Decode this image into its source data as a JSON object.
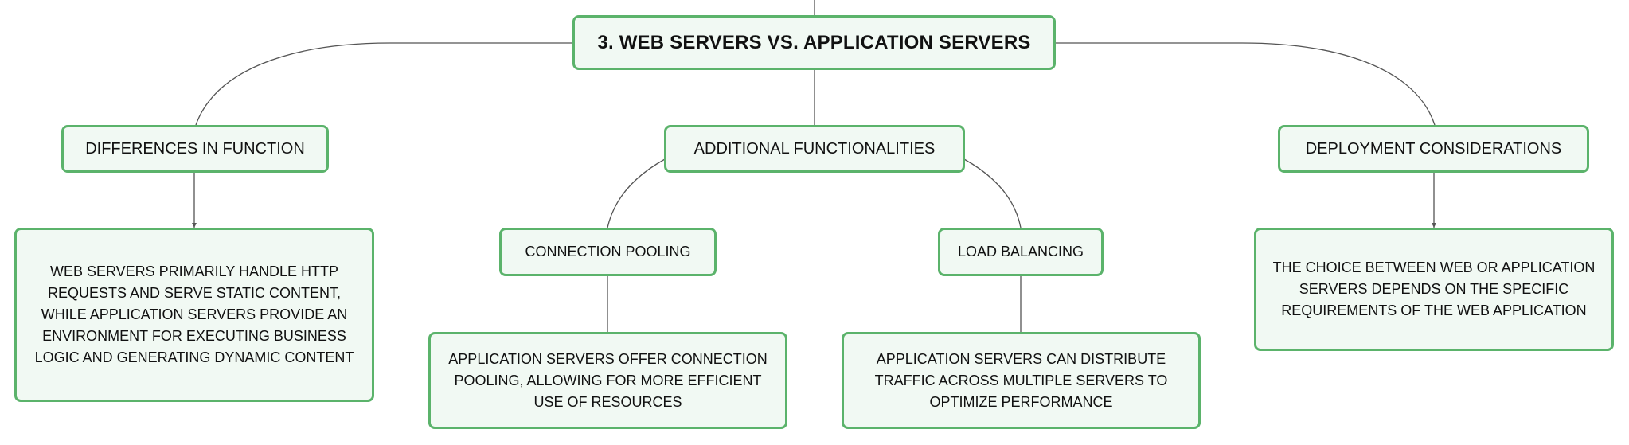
{
  "colors": {
    "node_border": "#5bb36b",
    "node_fill": "#f1f9f3",
    "connector": "#555555",
    "text": "#111111"
  },
  "root": {
    "label": "3. WEB SERVERS VS. APPLICATION SERVERS"
  },
  "branches": {
    "differences": {
      "label": "DIFFERENCES IN FUNCTION",
      "detail": "WEB SERVERS PRIMARILY HANDLE HTTP REQUESTS AND SERVE STATIC CONTENT, WHILE APPLICATION SERVERS PROVIDE AN ENVIRONMENT FOR EXECUTING BUSINESS LOGIC AND GENERATING DYNAMIC CONTENT"
    },
    "additional": {
      "label": "ADDITIONAL FUNCTIONALITIES",
      "pooling": {
        "label": "CONNECTION POOLING",
        "detail": "APPLICATION SERVERS OFFER CONNECTION POOLING, ALLOWING FOR MORE EFFICIENT USE OF RESOURCES"
      },
      "balancing": {
        "label": "LOAD BALANCING",
        "detail": "APPLICATION SERVERS CAN DISTRIBUTE TRAFFIC ACROSS MULTIPLE SERVERS TO OPTIMIZE PERFORMANCE"
      }
    },
    "deployment": {
      "label": "DEPLOYMENT CONSIDERATIONS",
      "detail": "THE CHOICE BETWEEN WEB OR APPLICATION SERVERS DEPENDS ON THE SPECIFIC REQUIREMENTS OF THE WEB APPLICATION"
    }
  }
}
